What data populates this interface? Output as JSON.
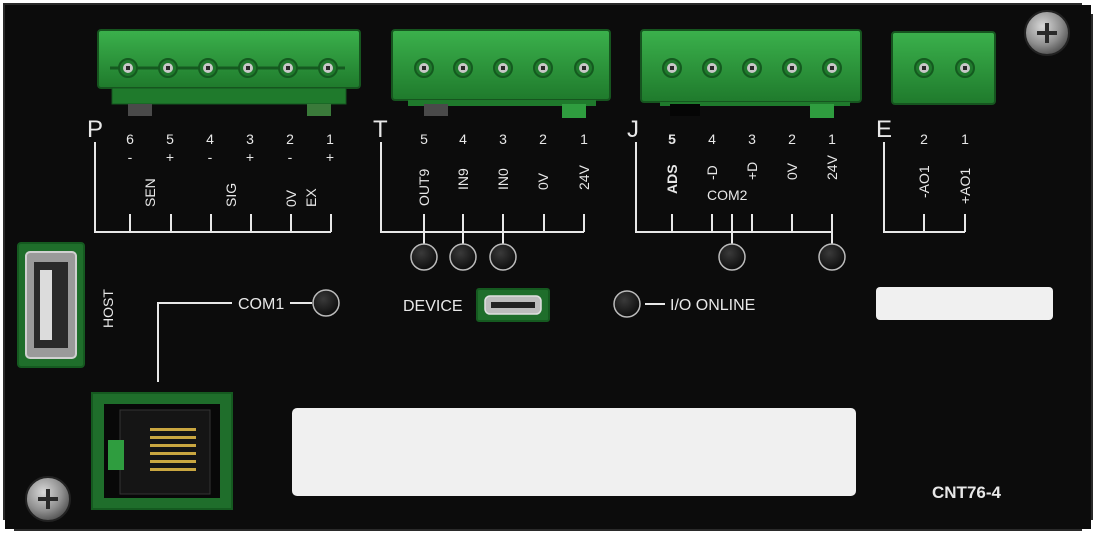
{
  "colors": {
    "panel": "#0c0c0c",
    "terminal_green": "#2f9d3f",
    "terminal_dark": "#1f6e2b",
    "label_white": "#e8e8e8",
    "led": "#1a1a1a",
    "sticker": "#f0f0f0"
  },
  "blocks": {
    "P": {
      "letter": "P",
      "pins": [
        {
          "num": "6",
          "sign": "-"
        },
        {
          "num": "5",
          "sign": "+"
        },
        {
          "num": "4",
          "sign": "-"
        },
        {
          "num": "3",
          "sign": "+"
        },
        {
          "num": "2",
          "sign": "-"
        },
        {
          "num": "1",
          "sign": "+"
        }
      ],
      "groups": {
        "sen": "SEN",
        "sig": "SIG",
        "zero_v": "0V",
        "ex": "EX"
      }
    },
    "T": {
      "letter": "T",
      "pins": [
        {
          "num": "5",
          "label": "OUT9"
        },
        {
          "num": "4",
          "label": "IN9"
        },
        {
          "num": "3",
          "label": "IN0"
        },
        {
          "num": "2",
          "label": "0V"
        },
        {
          "num": "1",
          "label": "24V"
        }
      ]
    },
    "J": {
      "letter": "J",
      "pins": [
        {
          "num": "5",
          "label": "ADS"
        },
        {
          "num": "4",
          "label": "-D"
        },
        {
          "num": "3",
          "label": "+D"
        },
        {
          "num": "2",
          "label": "0V"
        },
        {
          "num": "1",
          "label": "24V"
        }
      ],
      "group": "COM2"
    },
    "E": {
      "letter": "E",
      "pins": [
        {
          "num": "2",
          "label": "-AO1"
        },
        {
          "num": "1",
          "label": "+AO1"
        }
      ]
    }
  },
  "labels": {
    "host": "HOST",
    "com1": "COM1",
    "device": "DEVICE",
    "io_online": "I/O ONLINE",
    "model": "CNT76-4"
  },
  "icons": [
    "screw-icon",
    "usb-port-icon",
    "micro-usb-port-icon",
    "rj-jack-icon",
    "led-icon"
  ]
}
